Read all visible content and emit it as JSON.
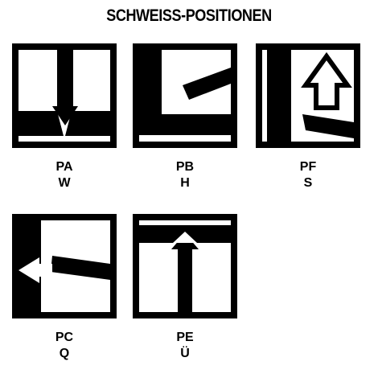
{
  "title": "SCHWEISS-POSITIONEN",
  "colors": {
    "ink": "#000000",
    "paper": "#ffffff"
  },
  "positions": [
    {
      "code": "PA",
      "letter": "W",
      "icon": "flat-position-icon"
    },
    {
      "code": "PB",
      "letter": "H",
      "icon": "horizontal-vertical-position-icon"
    },
    {
      "code": "PF",
      "letter": "S",
      "icon": "vertical-up-position-icon"
    },
    {
      "code": "PC",
      "letter": "Q",
      "icon": "horizontal-position-icon"
    },
    {
      "code": "PE",
      "letter": "Ü",
      "icon": "overhead-position-icon"
    }
  ]
}
